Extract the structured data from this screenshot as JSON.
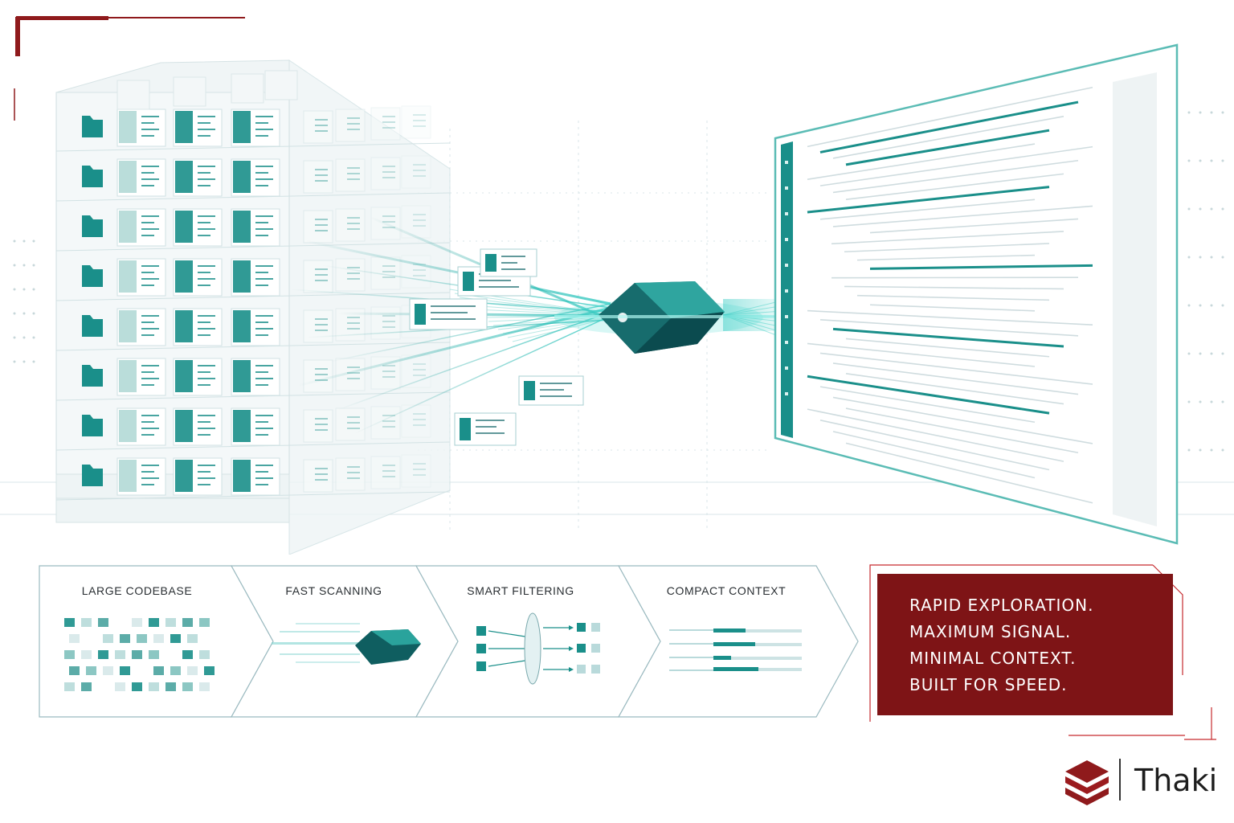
{
  "pipeline": {
    "steps": [
      {
        "label": "LARGE CODEBASE"
      },
      {
        "label": "FAST SCANNING"
      },
      {
        "label": "SMART FILTERING"
      },
      {
        "label": "COMPACT CONTEXT"
      }
    ]
  },
  "tagline": {
    "lines": [
      "RAPID EXPLORATION.",
      "MAXIMUM SIGNAL.",
      "MINIMAL CONTEXT.",
      "BUILT FOR SPEED."
    ]
  },
  "brand": {
    "name": "Thaki"
  },
  "colors": {
    "teal": "#1a8f8a",
    "teal_light": "#7fd3cf",
    "crimson": "#7e1416",
    "crimson_bright": "#9b1b1e"
  }
}
